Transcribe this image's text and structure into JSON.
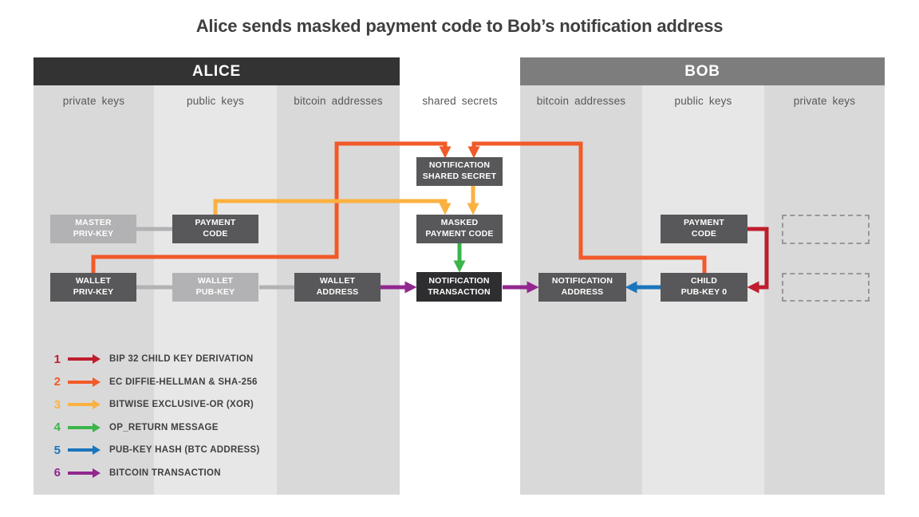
{
  "title": "Alice sends masked payment code to Bob’s notification address",
  "panels": {
    "alice": {
      "name": "ALICE",
      "columns": [
        "private keys",
        "public keys",
        "bitcoin addresses"
      ]
    },
    "bob": {
      "name": "BOB",
      "columns": [
        "bitcoin addresses",
        "public keys",
        "private keys"
      ]
    },
    "shared_column_label": "shared secrets"
  },
  "boxes": {
    "master_priv_key": {
      "label": "MASTER\nPRIV-KEY"
    },
    "payment_code_alice": {
      "label": "PAYMENT\nCODE"
    },
    "wallet_priv_key": {
      "label": "WALLET\nPRIV-KEY"
    },
    "wallet_pub_key": {
      "label": "WALLET\nPUB-KEY"
    },
    "wallet_address": {
      "label": "WALLET\nADDRESS"
    },
    "notification_shared_secret": {
      "label": "NOTIFICATION\nSHARED SECRET"
    },
    "masked_payment_code": {
      "label": "MASKED\nPAYMENT CODE"
    },
    "notification_transaction": {
      "label": "NOTIFICATION\nTRANSACTION"
    },
    "notification_address": {
      "label": "NOTIFICATION\nADDRESS"
    },
    "child_pub_key_0": {
      "label": "CHILD\nPUB-KEY 0"
    },
    "payment_code_bob": {
      "label": "PAYMENT\nCODE"
    }
  },
  "arrows": [
    {
      "step": 1,
      "from": "payment-code-bob",
      "to": "child-pub-key-0"
    },
    {
      "step": 2,
      "from": "wallet-priv-key",
      "to": "notification-shared-secret"
    },
    {
      "step": 2,
      "from": "child-pub-key-0",
      "to": "notification-shared-secret"
    },
    {
      "step": 3,
      "from": "payment-code-alice",
      "to": "masked-payment-code"
    },
    {
      "step": 3,
      "from": "notification-shared-secret",
      "to": "masked-payment-code"
    },
    {
      "step": 4,
      "from": "masked-payment-code",
      "to": "notification-transaction"
    },
    {
      "step": 5,
      "from": "child-pub-key-0",
      "to": "notification-address"
    },
    {
      "step": 6,
      "from": "wallet-address",
      "to": "notification-transaction"
    },
    {
      "step": 6,
      "from": "notification-transaction",
      "to": "notification-address"
    }
  ],
  "legend": [
    {
      "num": "1",
      "label": "BIP 32 CHILD KEY DERIVATION",
      "color": "#be1e2d",
      "name": "bip32-child-key-derivation"
    },
    {
      "num": "2",
      "label": "EC DIFFIE-HELLMAN & SHA-256",
      "color": "#f15a29",
      "name": "ec-diffie-hellman-sha256"
    },
    {
      "num": "3",
      "label": "BITWISE EXCLUSIVE-OR (XOR)",
      "color": "#fbb141",
      "name": "bitwise-exclusive-or"
    },
    {
      "num": "4",
      "label": "OP_RETURN MESSAGE",
      "color": "#3bb54a",
      "name": "op-return-message"
    },
    {
      "num": "5",
      "label": "PUB-KEY HASH (BTC ADDRESS)",
      "color": "#1b75bc",
      "name": "pub-key-hash-btc-address"
    },
    {
      "num": "6",
      "label": "BITCOIN TRANSACTION",
      "color": "#92278f",
      "name": "bitcoin-transaction"
    }
  ],
  "colors": {
    "alice_header": "#333333",
    "bob_header": "#7d7d7d",
    "column_dark": "#d9d9d9",
    "column_light": "#e7e7e7",
    "box_dark": "#58585a",
    "box_light": "#b2b2b4",
    "box_darkest": "#2e2e30",
    "connector_gray": "#b2b2b4"
  }
}
